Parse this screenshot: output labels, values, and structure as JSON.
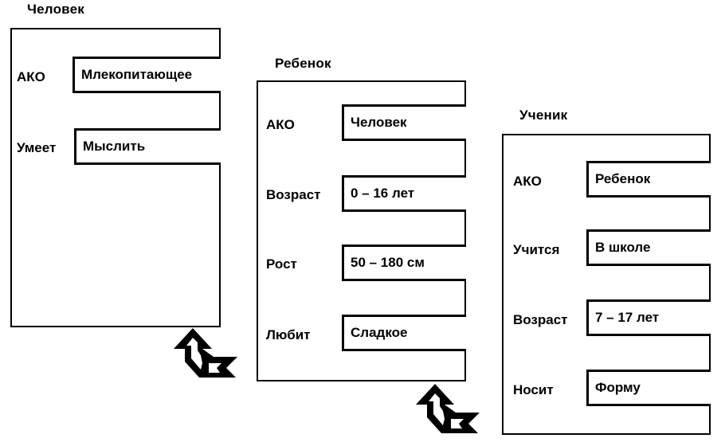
{
  "frames": [
    {
      "title": "Человек",
      "slots": [
        {
          "name": "АКО",
          "value": "Млекопитающее"
        },
        {
          "name": "Умеет",
          "value": "Мыслить"
        }
      ]
    },
    {
      "title": "Ребенок",
      "slots": [
        {
          "name": "АКО",
          "value": "Человек"
        },
        {
          "name": "Возраст",
          "value": "0 – 16 лет"
        },
        {
          "name": "Рост",
          "value": "50 – 180 см"
        },
        {
          "name": "Любит",
          "value": "Сладкое"
        }
      ]
    },
    {
      "title": "Ученик",
      "slots": [
        {
          "name": "АКО",
          "value": "Ребенок"
        },
        {
          "name": "Учится",
          "value": "В школе"
        },
        {
          "name": "Возраст",
          "value": "7 – 17 лет"
        },
        {
          "name": "Носит",
          "value": "Форму"
        }
      ]
    }
  ],
  "arrows": [
    {
      "from": "Ребенок",
      "to": "Человек",
      "icon": "inheritance-arrow-icon"
    },
    {
      "from": "Ученик",
      "to": "Ребенок",
      "icon": "inheritance-arrow-icon"
    }
  ]
}
